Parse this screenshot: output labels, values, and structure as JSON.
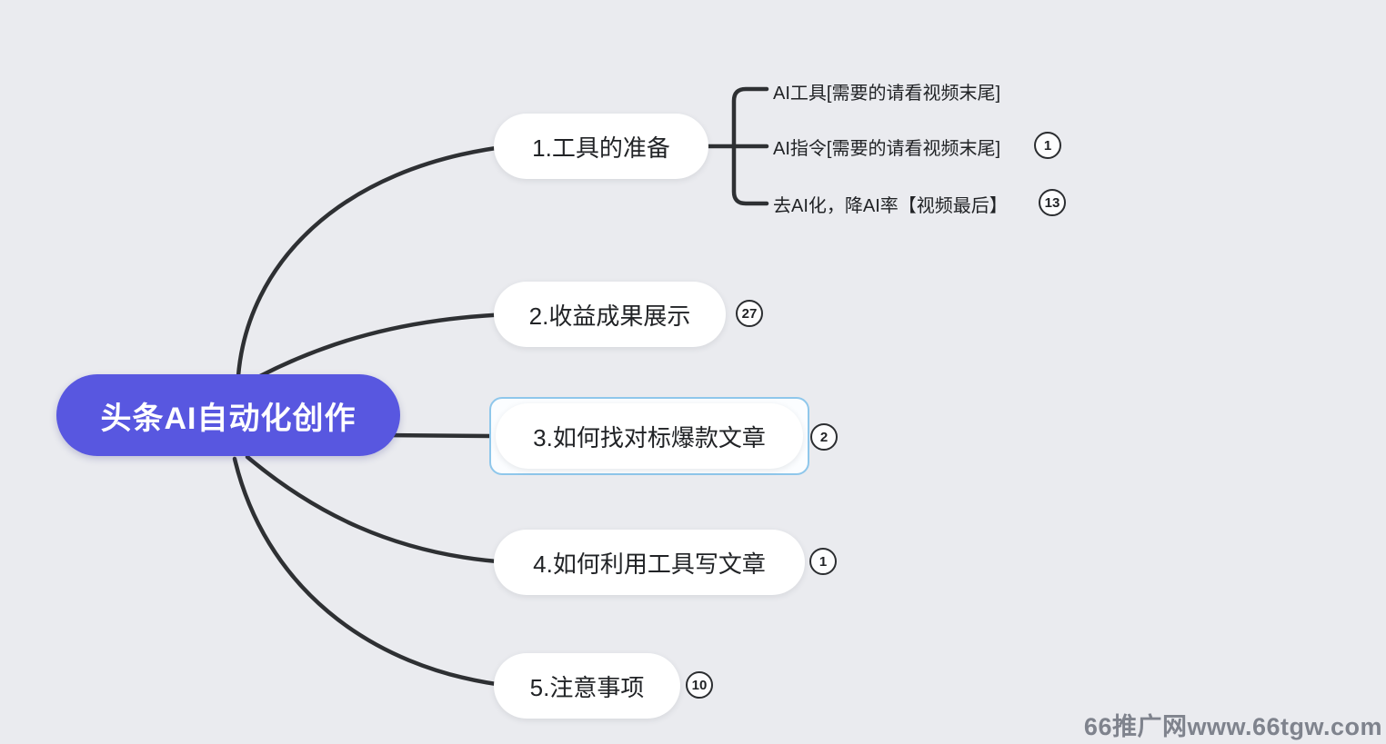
{
  "root": {
    "label": "头条AI自动化创作",
    "fill_color": "#5857E0",
    "text_color": "#FFFFFF"
  },
  "branches": [
    {
      "label": "1.工具的准备",
      "children": [
        {
          "label": "AI工具[需要的请看视频末尾]"
        },
        {
          "label": "AI指令[需要的请看视频末尾]",
          "badge": "1"
        },
        {
          "label": "去AI化，降AI率【视频最后】",
          "badge": "13"
        }
      ]
    },
    {
      "label": "2.收益成果展示",
      "badge": "27"
    },
    {
      "label": "3.如何找对标爆款文章",
      "badge": "2",
      "selected": true
    },
    {
      "label": "4.如何利用工具写文章",
      "badge": "1"
    },
    {
      "label": "5.注意事项",
      "badge": "10"
    }
  ],
  "watermark": "66推广网www.66tgw.com",
  "colors": {
    "background": "#EAEBEF",
    "connector_line": "#2E3033",
    "node_fill": "#FFFFFF",
    "selection_border": "#8FC7EB",
    "badge_border": "#2B2D30",
    "watermark_text": "#7F838D"
  }
}
